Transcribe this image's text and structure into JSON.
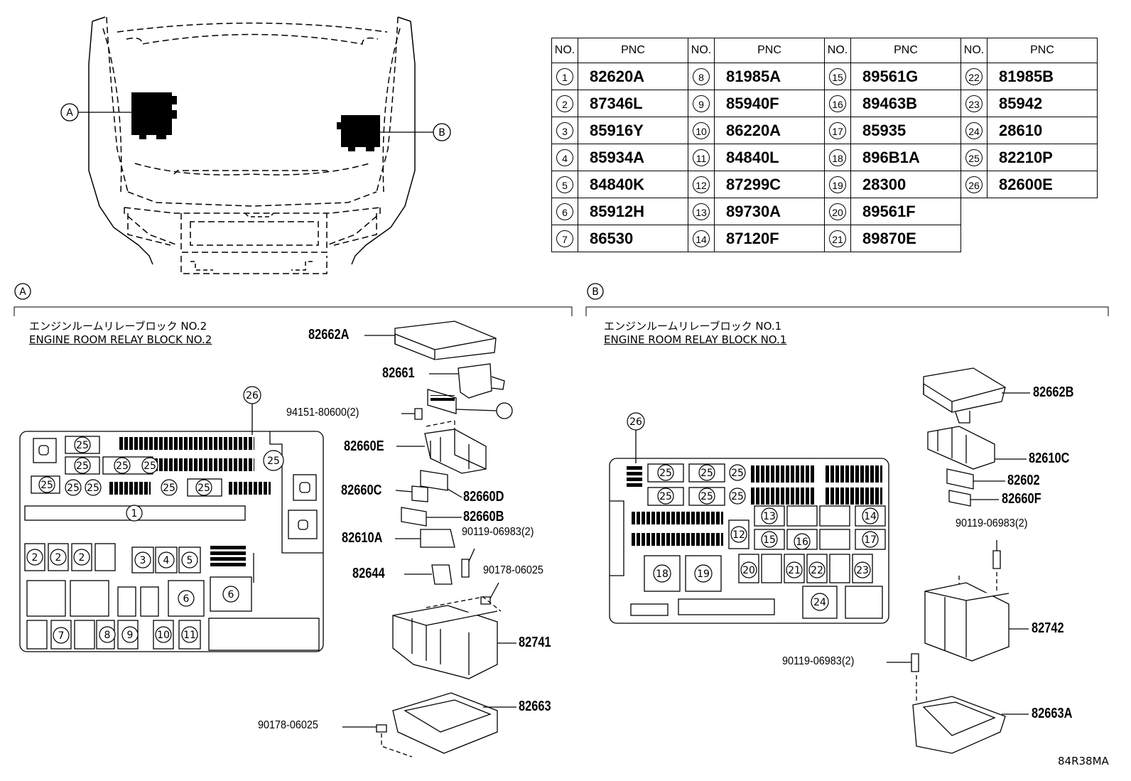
{
  "view_labels": {
    "a": "A",
    "b": "B"
  },
  "pnc_table": {
    "header_no": "NO.",
    "header_pnc": "PNC",
    "columns": [
      [
        [
          "1",
          "82620A"
        ],
        [
          "2",
          "87346L"
        ],
        [
          "3",
          "85916Y"
        ],
        [
          "4",
          "85934A"
        ],
        [
          "5",
          "84840K"
        ],
        [
          "6",
          "85912H"
        ],
        [
          "7",
          "86530"
        ]
      ],
      [
        [
          "8",
          "81985A"
        ],
        [
          "9",
          "85940F"
        ],
        [
          "10",
          "86220A"
        ],
        [
          "11",
          "84840L"
        ],
        [
          "12",
          "87299C"
        ],
        [
          "13",
          "89730A"
        ],
        [
          "14",
          "87120F"
        ]
      ],
      [
        [
          "15",
          "89561G"
        ],
        [
          "16",
          "89463B"
        ],
        [
          "17",
          "85935"
        ],
        [
          "18",
          "896B1A"
        ],
        [
          "19",
          "28300"
        ],
        [
          "20",
          "89561F"
        ],
        [
          "21",
          "89870E"
        ]
      ],
      [
        [
          "22",
          "81985B"
        ],
        [
          "23",
          "85942"
        ],
        [
          "24",
          "28610"
        ],
        [
          "25",
          "82210P"
        ],
        [
          "26",
          "82600E"
        ]
      ]
    ]
  },
  "section_a": {
    "title_jp": "エンジンルームリレーブロック NO.2",
    "title_en": "ENGINE ROOM RELAY BLOCK NO.2",
    "labels": {
      "cover": "82662A",
      "p82661": "82661",
      "bolt94151": "94151-80600(2)",
      "p82660e": "82660E",
      "p82660c": "82660C",
      "p82660d": "82660D",
      "p82660b": "82660B",
      "p82610a": "82610A",
      "bolt90119": "90119-06983(2)",
      "nut90178": "90178-06025",
      "p82644": "82644",
      "p82741": "82741",
      "p82663": "82663",
      "nut90178b": "90178-06025"
    }
  },
  "section_b": {
    "title_jp": "エンジンルームリレーブロック NO.1",
    "title_en": "ENGINE ROOM RELAY BLOCK NO.1",
    "labels": {
      "cover": "82662B",
      "p82610c": "82610C",
      "p82602": "82602",
      "p82660f": "82660F",
      "bolt_upper": "90119-06983(2)",
      "p82742": "82742",
      "bolt_lower": "90119-06983(2)",
      "p82663a": "82663A"
    }
  },
  "drawing_code": "84R38MA"
}
